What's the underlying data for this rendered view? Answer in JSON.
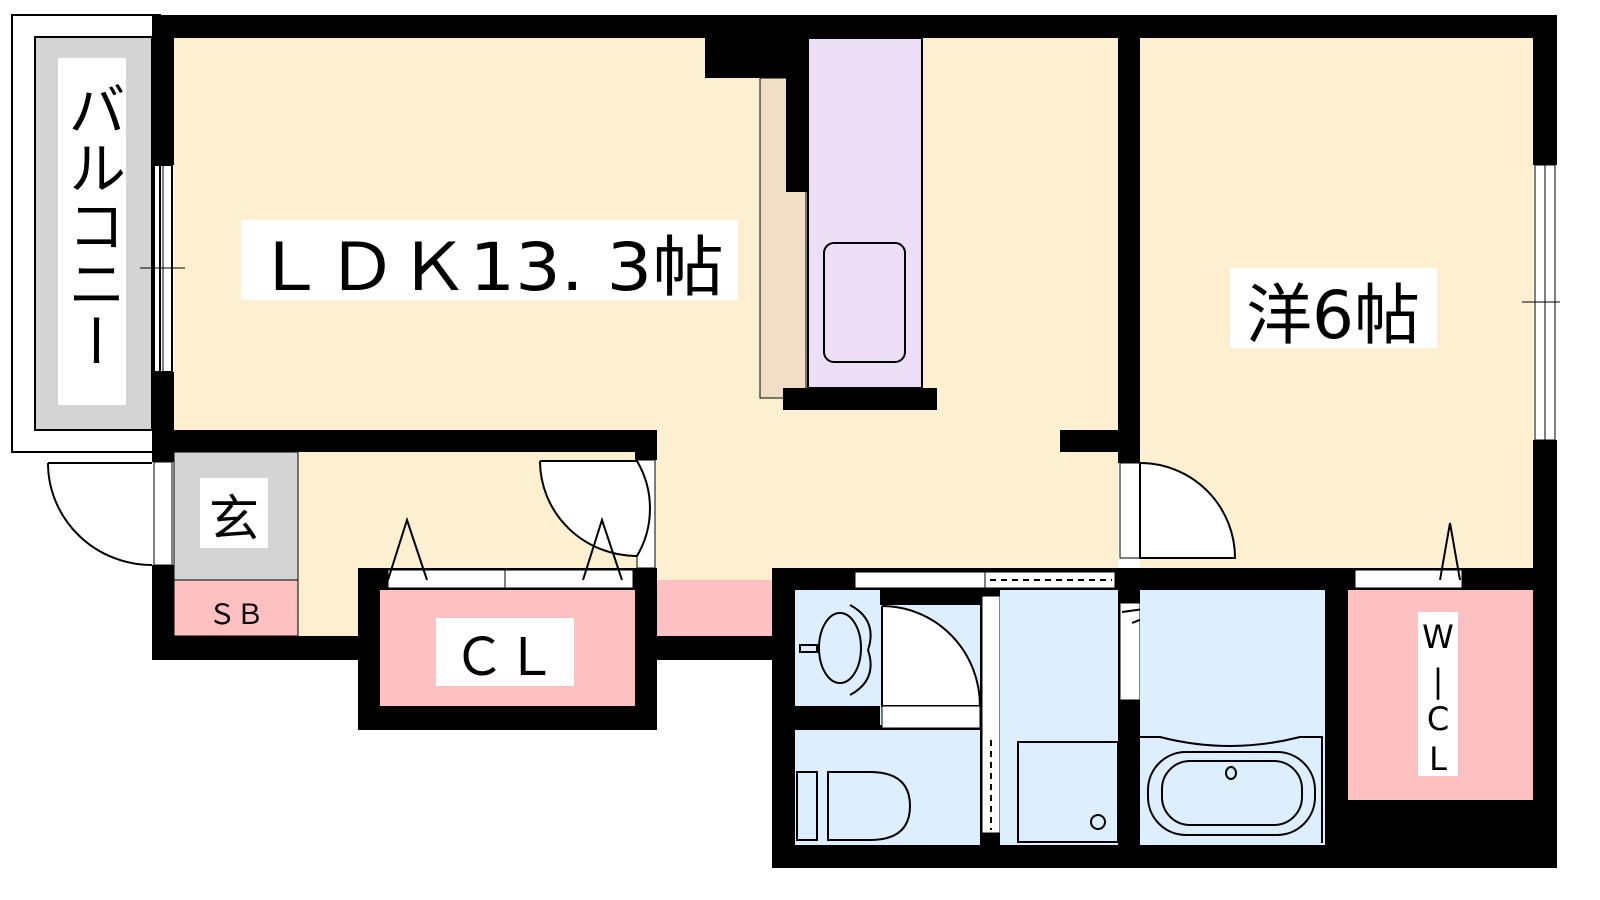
{
  "plan": {
    "rooms": {
      "ldk": "ＬＤＫ13. 3帖",
      "western": "洋6帖",
      "balcony": "バルコニー",
      "entrance": "玄",
      "shoe_box": "ＳＢ",
      "closet": "ＣＬ",
      "walk_in_closet": [
        "W",
        "|",
        "C",
        "L"
      ]
    },
    "colors": {
      "living": "#fdf0d0",
      "kitchen": "#ecdff5",
      "counter": "#f0dfc4",
      "storage": "#fec0c0",
      "wet_area": "#ddeeff",
      "entrance": "#d4d4d4",
      "wall": "#000000"
    }
  }
}
